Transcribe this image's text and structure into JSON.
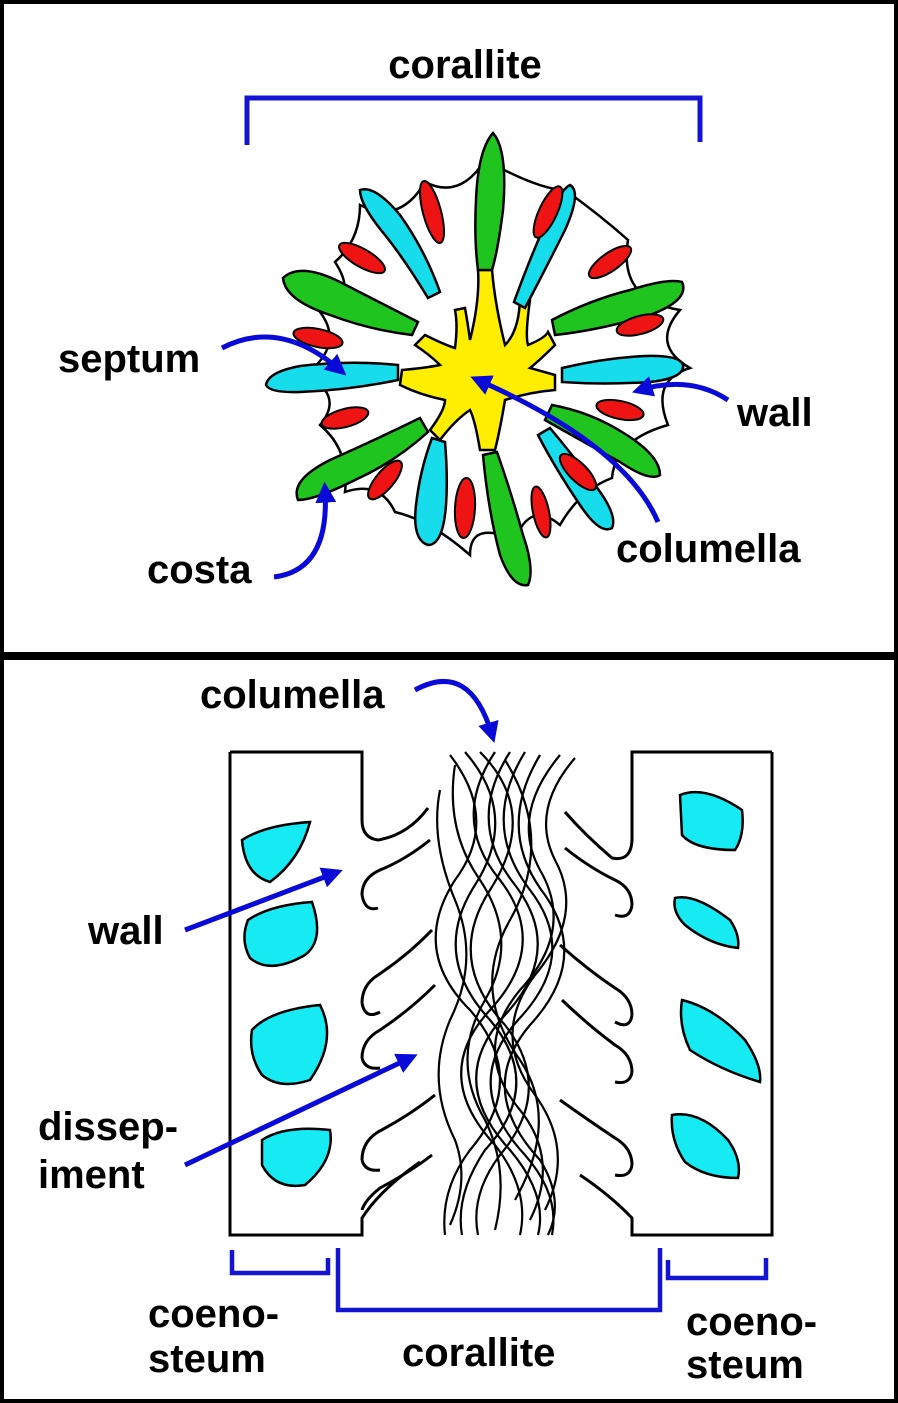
{
  "colors": {
    "frame": "#000000",
    "bracket": "#1414d2",
    "arrow": "#0a0ad8",
    "septum_green": "#1fc41f",
    "septum_cyan": "#16dcec",
    "costa_red": "#ee1414",
    "columella_yellow": "#ffee00",
    "pore_cyan": "#16eaf2",
    "outline": "#000000"
  },
  "top_panel": {
    "bracket_label": "corallite",
    "labels": {
      "septum": "septum",
      "wall": "wall",
      "costa": "costa",
      "columella": "columella"
    }
  },
  "bottom_panel": {
    "labels": {
      "columella": "columella",
      "wall": "wall",
      "dissepiment_line1": "dissep-",
      "dissepiment_line2": "iment",
      "coenosteum_left_line1": "coeno-",
      "coenosteum_left_line2": "steum",
      "corallite": "corallite",
      "coenosteum_right_line1": "coeno-",
      "coenosteum_right_line2": "steum"
    }
  }
}
